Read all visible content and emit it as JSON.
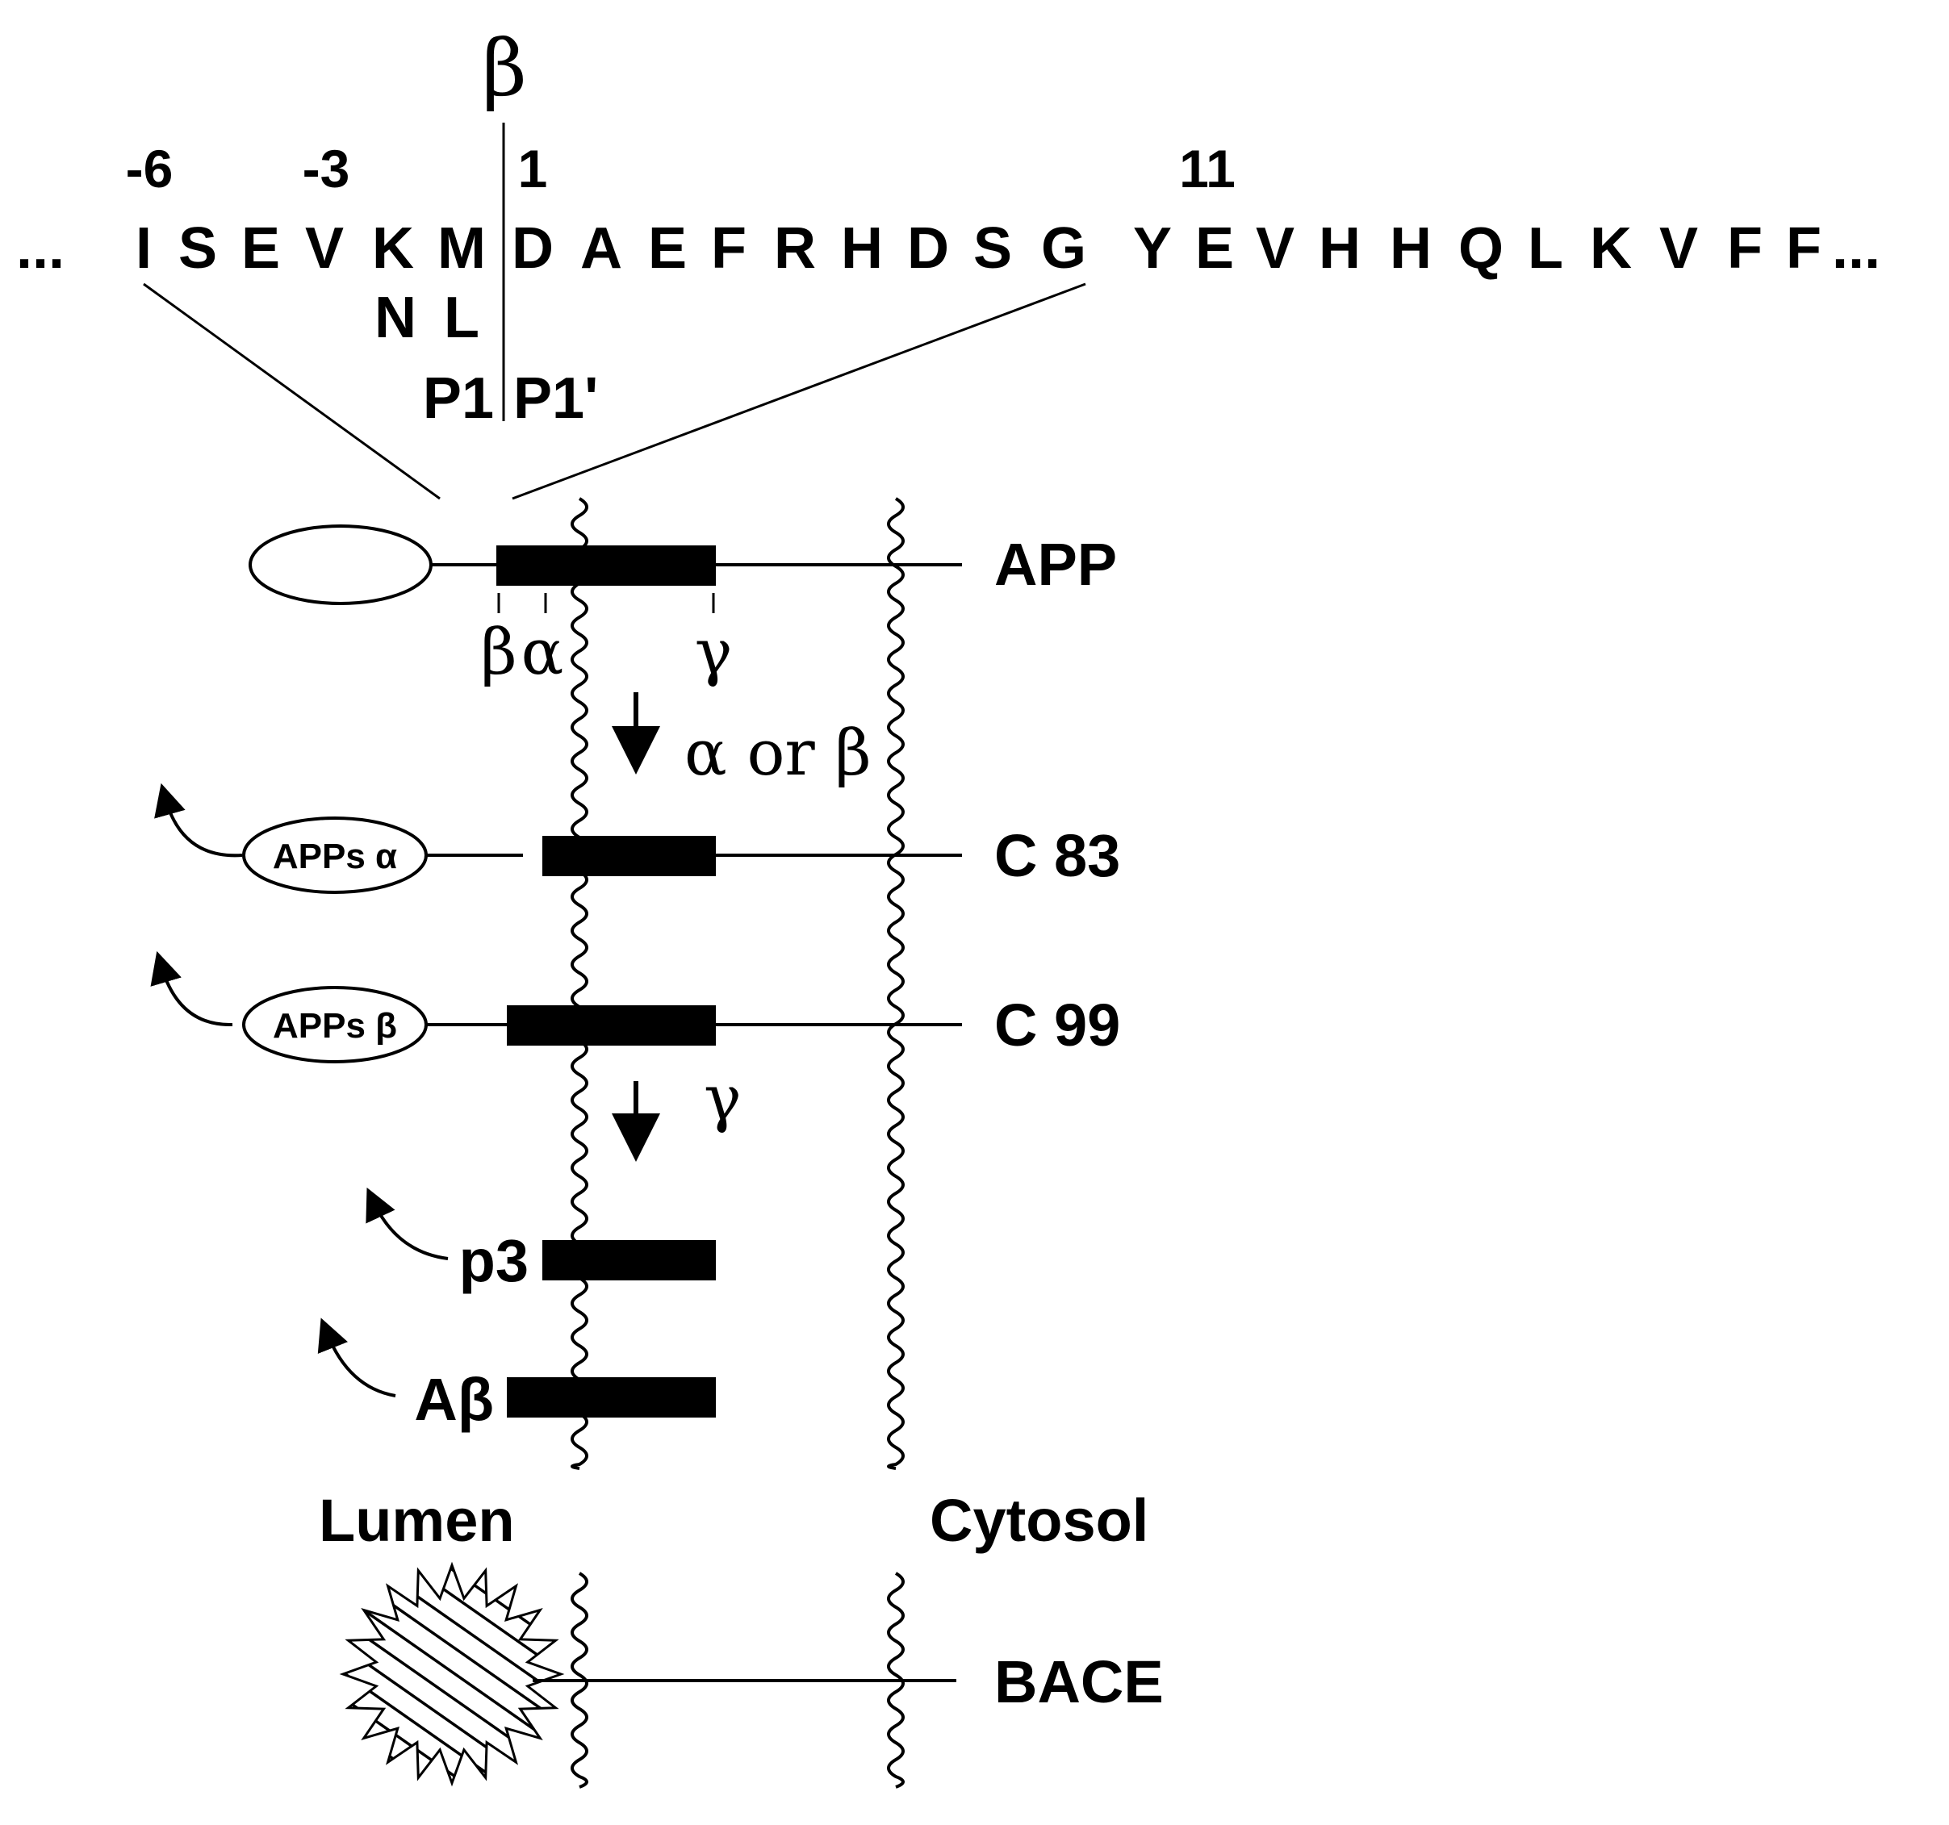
{
  "sequence": {
    "leading_dots": "...",
    "trailing_dots": "...",
    "residues": [
      "I",
      "S",
      "E",
      "V",
      "K",
      "M",
      "D",
      "A",
      "E",
      "F",
      "R",
      "H",
      "D",
      "S",
      "G",
      "Y",
      "E",
      "V",
      "H",
      "H",
      "Q",
      "L",
      "K",
      "V",
      "F",
      "F"
    ],
    "mutations": [
      "N",
      "L"
    ],
    "position_labels": [
      "-6",
      "-3",
      "1",
      "11"
    ],
    "cleavage_symbol": "β",
    "p1_label": "P1",
    "p1_prime_label": "P1'"
  },
  "app_markers": [
    "β",
    "α",
    "γ"
  ],
  "steps": {
    "first": "α or β",
    "second": "γ"
  },
  "fragments": {
    "app": "APP",
    "c83": "C 83",
    "c99": "C 99",
    "apps_alpha": "APPs α",
    "apps_beta": "APPs β",
    "p3": "p3",
    "abeta": "Aβ"
  },
  "compartments": {
    "lumen": "Lumen",
    "cytosol": "Cytosol"
  },
  "bace": "BACE"
}
